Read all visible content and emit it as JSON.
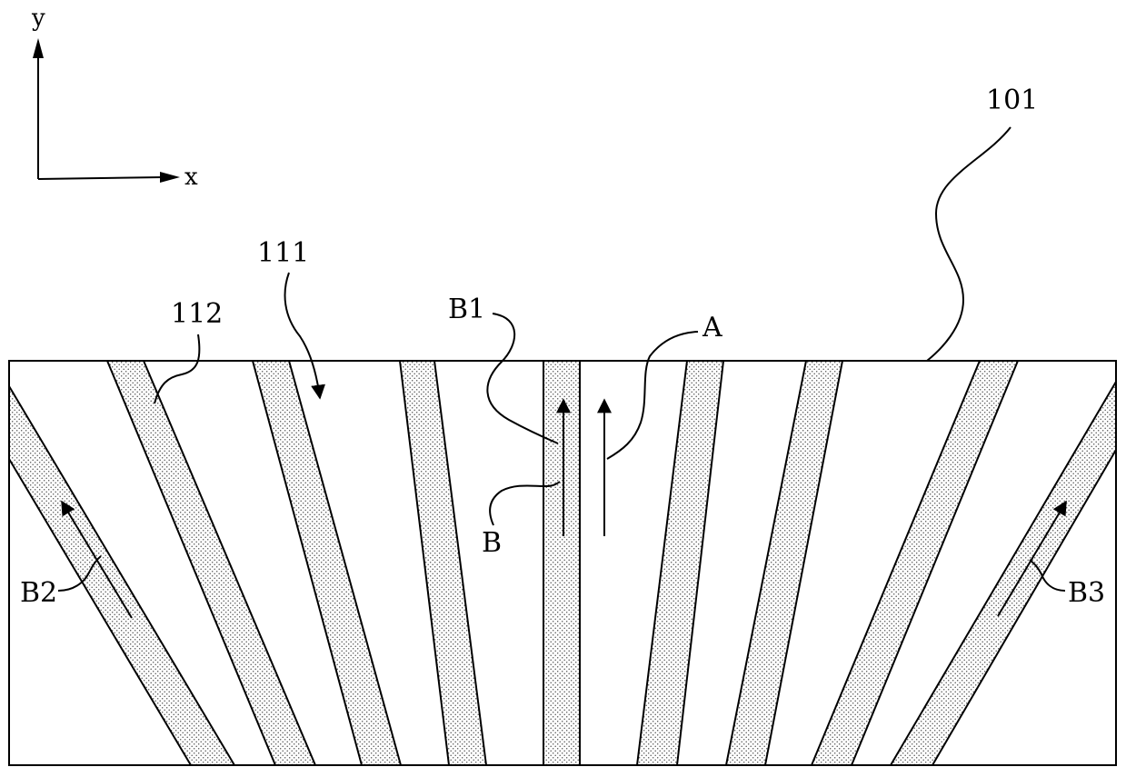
{
  "diagram": {
    "axes": {
      "y_label": "y",
      "x_label": "x"
    },
    "labels": {
      "l101": "101",
      "l111": "111",
      "l112": "112",
      "lB1": "B1",
      "lA": "A",
      "lB": "B",
      "lB2": "B2",
      "lB3": "B3"
    },
    "colors": {
      "stroke": "#000000",
      "background": "#ffffff",
      "stipple": "#555555"
    }
  }
}
